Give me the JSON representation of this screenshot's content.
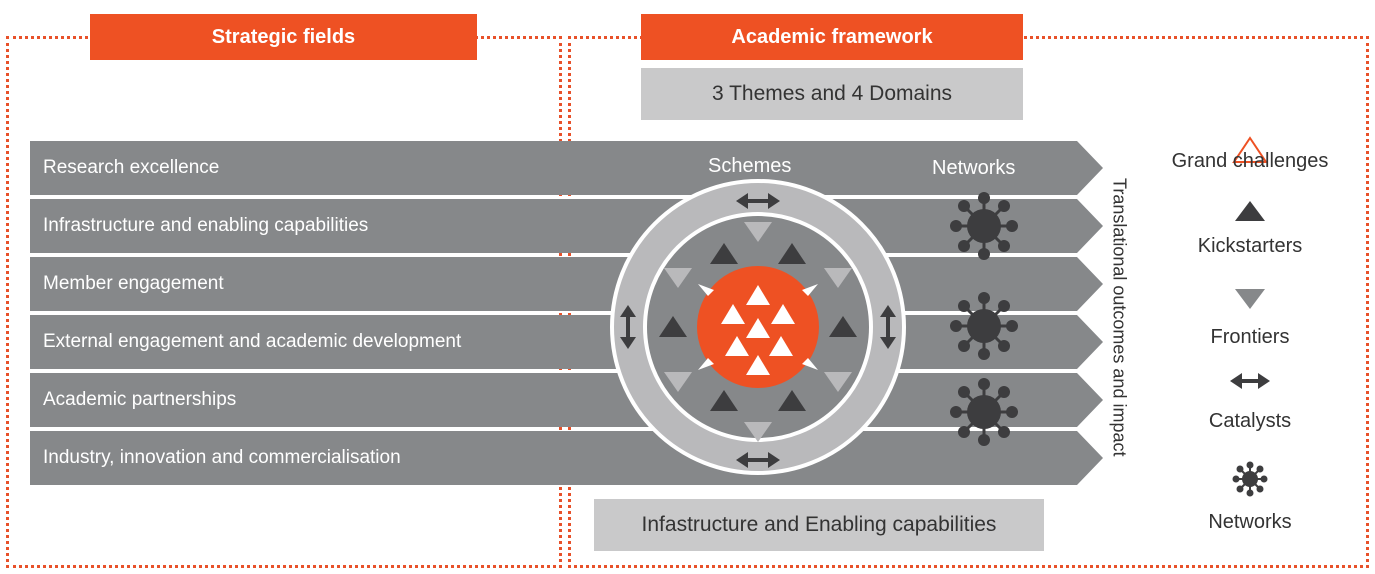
{
  "headers": {
    "strategic_fields": "Strategic fields",
    "academic_framework": "Academic framework"
  },
  "themes_box": "3 Themes and 4 Domains",
  "bottom_box": "Infastructure and Enabling capabilities",
  "bands": [
    "Research excellence",
    "Infrastructure and enabling capabilities",
    "Member engagement",
    "External engagement and academic development",
    "Academic partnerships",
    "Industry, innovation and commercialisation"
  ],
  "column_labels": {
    "schemes": "Schemes",
    "networks": "Networks"
  },
  "vertical_label": "Translational outcomes and impact",
  "legend": [
    {
      "label": "Grand challenges",
      "icon": "outline-triangle-icon"
    },
    {
      "label": "Kickstarters",
      "icon": "dark-triangle-icon"
    },
    {
      "label": "Frontiers",
      "icon": "down-triangle-icon"
    },
    {
      "label": "Catalysts",
      "icon": "double-arrow-icon"
    },
    {
      "label": "Networks",
      "icon": "network-icon"
    }
  ],
  "colors": {
    "accent": "#ee5123",
    "band": "#86888a",
    "dark": "#3d3d3f",
    "grey_box": "#c9c9ca"
  }
}
